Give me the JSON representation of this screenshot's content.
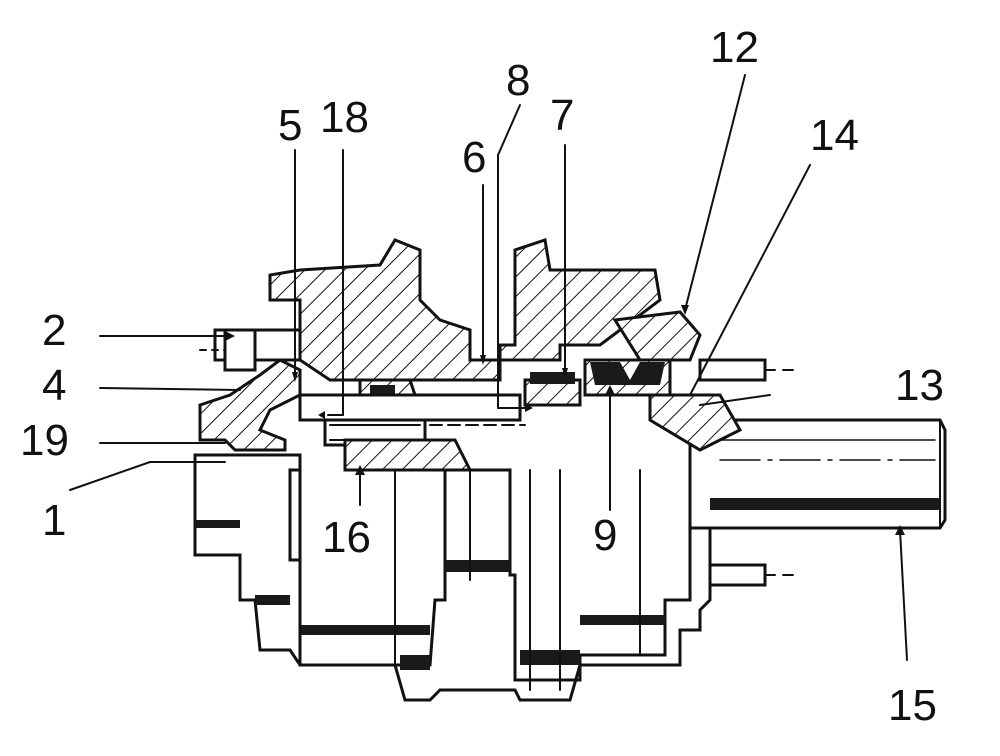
{
  "callouts": [
    {
      "id": "1",
      "text": "1"
    },
    {
      "id": "2",
      "text": "2"
    },
    {
      "id": "4",
      "text": "4"
    },
    {
      "id": "5",
      "text": "5"
    },
    {
      "id": "6",
      "text": "6"
    },
    {
      "id": "7",
      "text": "7"
    },
    {
      "id": "8",
      "text": "8"
    },
    {
      "id": "9",
      "text": "9"
    },
    {
      "id": "12",
      "text": "12"
    },
    {
      "id": "13",
      "text": "13"
    },
    {
      "id": "14",
      "text": "14"
    },
    {
      "id": "15",
      "text": "15"
    },
    {
      "id": "16",
      "text": "16"
    },
    {
      "id": "18",
      "text": "18"
    },
    {
      "id": "19",
      "text": "19"
    }
  ],
  "colors": {
    "ink": "#111111",
    "paper": "#ffffff"
  }
}
